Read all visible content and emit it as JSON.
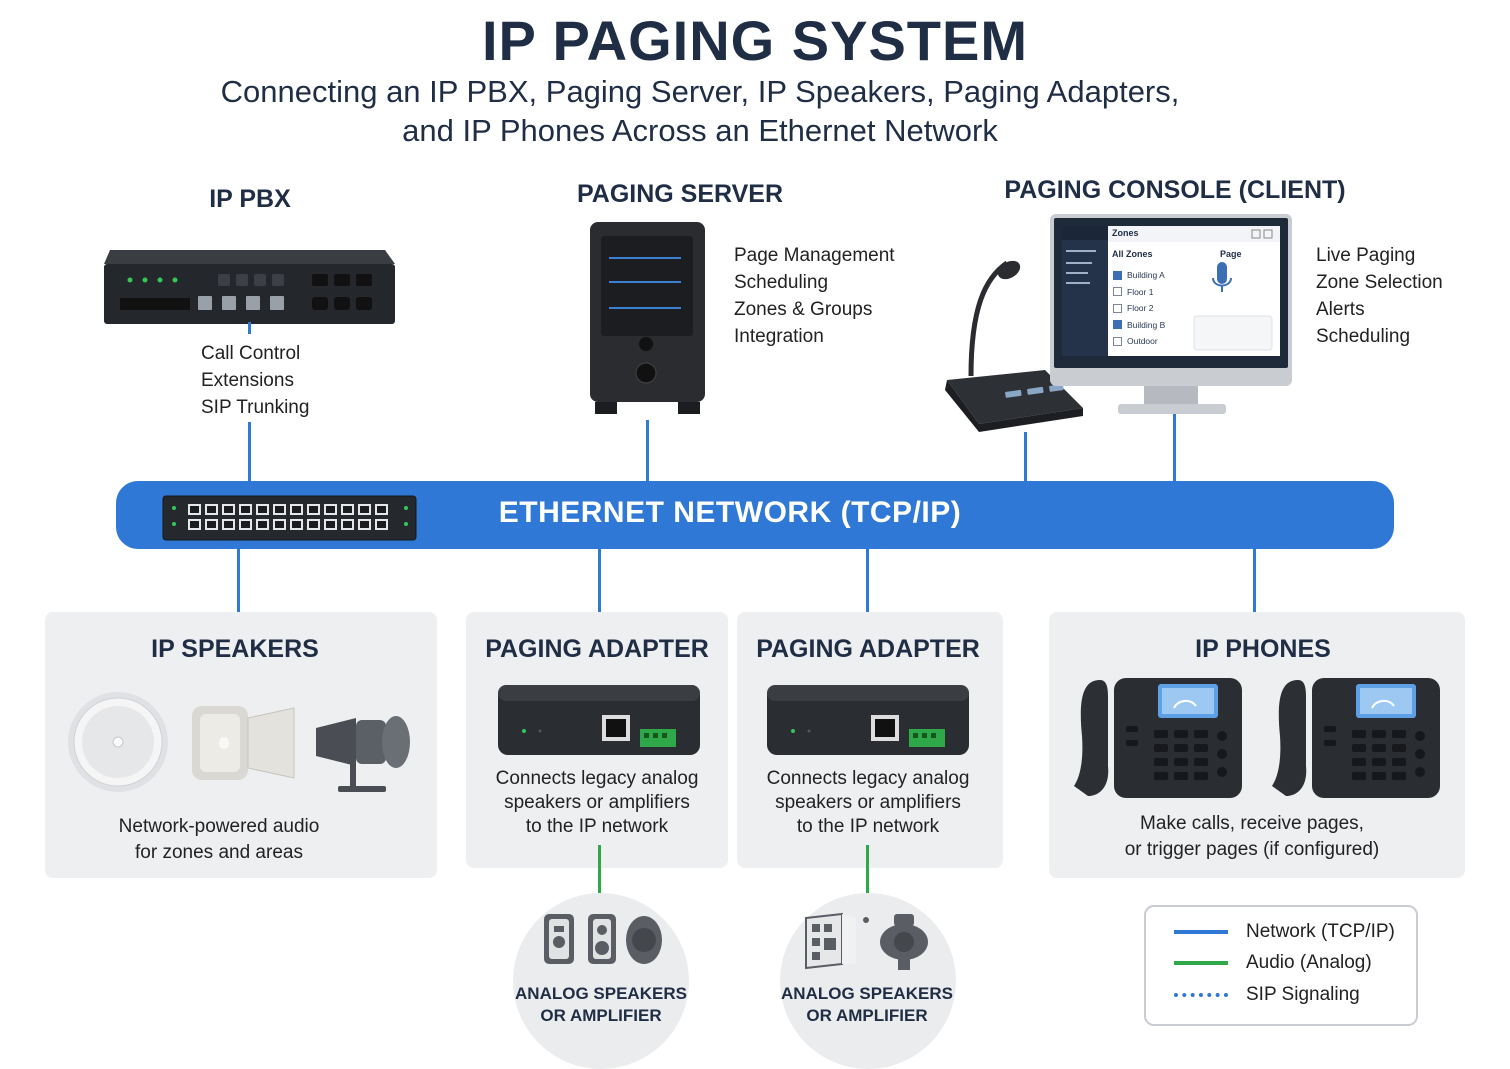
{
  "title": "IP PAGING SYSTEM",
  "subtitle_line1": "Connecting an IP PBX, Paging Server, IP Speakers, Paging Adapters,",
  "subtitle_line2": "and IP Phones Across an Ethernet Network",
  "pbx": {
    "heading": "IP PBX",
    "features": [
      "Call Control",
      "Extensions",
      "SIP Trunking"
    ]
  },
  "server": {
    "heading": "PAGING SERVER",
    "features": [
      "Page Management",
      "Scheduling",
      "Zones & Groups",
      "Integration"
    ]
  },
  "console": {
    "heading": "PAGING CONSOLE (CLIENT)",
    "features": [
      "Live Paging",
      "Zone Selection",
      "Alerts",
      "Scheduling"
    ],
    "screen": {
      "panel_title": "Zones",
      "list_header": "All Zones",
      "page_label": "Page",
      "zones": [
        "Building A",
        "Floor 1",
        "Floor 2",
        "Building B",
        "Outdoor"
      ],
      "zones_checked": [
        true,
        false,
        false,
        true,
        false
      ]
    }
  },
  "network": {
    "label": "ETHERNET NETWORK (TCP/IP)"
  },
  "speakers": {
    "heading": "IP SPEAKERS",
    "desc_line1": "Network-powered audio",
    "desc_line2": "for zones and areas"
  },
  "adapter1": {
    "heading": "PAGING ADAPTER",
    "desc": [
      "Connects legacy analog",
      "speakers or amplifiers",
      "to the IP network"
    ]
  },
  "adapter2": {
    "heading": "PAGING ADAPTER",
    "desc": [
      "Connects legacy analog",
      "speakers or amplifiers",
      "to the IP network"
    ]
  },
  "phones": {
    "heading": "IP PHONES",
    "desc_line1": "Make calls, receive pages,",
    "desc_line2": "or trigger pages (if configured)"
  },
  "analog1": {
    "line1": "ANALOG SPEAKERS",
    "line2": "OR AMPLIFIER"
  },
  "analog2": {
    "line1": "ANALOG SPEAKERS",
    "line2": "OR AMPLIFIER"
  },
  "legend": {
    "items": [
      {
        "label": "Network (TCP/IP)",
        "color": "#2f78d6",
        "style": "solid"
      },
      {
        "label": "Audio (Analog)",
        "color": "#2fa84a",
        "style": "solid"
      },
      {
        "label": "SIP Signaling",
        "color": "#2f78d6",
        "style": "dotted"
      }
    ]
  },
  "colors": {
    "network": "#2f78d6",
    "audio": "#2fa84a",
    "heading": "#1f2d45",
    "panel": "#eeeff1"
  }
}
